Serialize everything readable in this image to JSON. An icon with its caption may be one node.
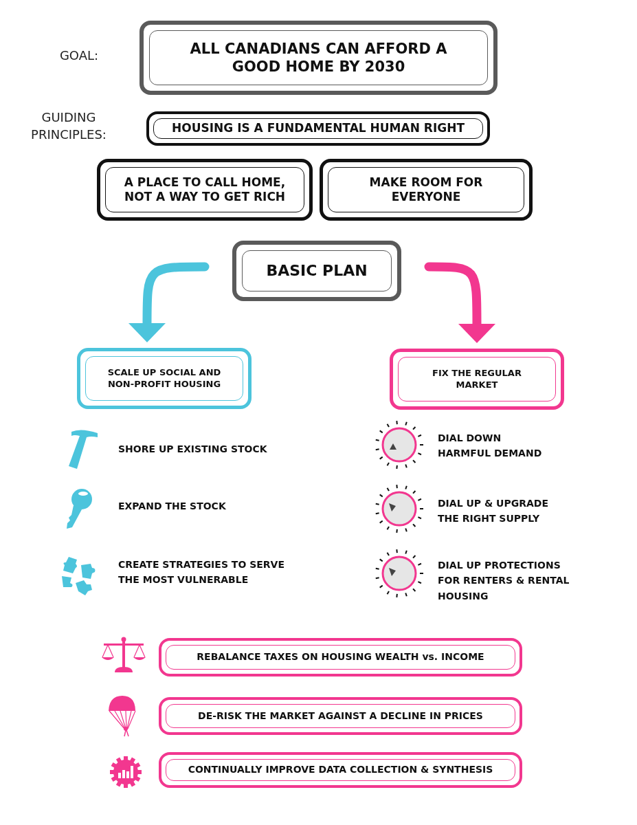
{
  "diagram": {
    "nodes": [
      {
        "text": [
          "ALL CANADIANS CAN AFFORD A GOOD HOME BY 2030"
        ]
      },
      {
        "text": [
          "HOUSING IS A FUNDAMENTAL HUMAN RIGHT"
        ]
      },
      {
        "text": [
          "A PLACE TO CALL HOME, NOT A WAY TO GET RICH"
        ]
      },
      {
        "text": [
          "MAKE ROOM FOR EVERYONE"
        ]
      },
      {
        "text": [
          "BASIC PLAN"
        ]
      },
      {
        "text": [
          "SCALE UP SOCIAL AND NON-PROFIT HOUSING"
        ]
      },
      {
        "text": [
          "FIX THE REGULAR MARKET"
        ]
      },
      {
        "text": [
          "REBALANCE TAXES ON HOUSING WEALTH vs. INCOME"
        ]
      },
      {
        "text": [
          "DE-RISK THE MARKET AGAINST A DECLINE IN PRICES"
        ]
      },
      {
        "text": [
          "CONTINUALLY IMPROVE DATA COLLECTION & SYNTHESIS"
        ]
      }
    ],
    "edges": [
      {
        "from": 4,
        "to": 5,
        "arrow": "to",
        "color": "#4cc4dc"
      },
      {
        "from": 4,
        "to": 6,
        "arrow": "to",
        "color": "#f2378f"
      }
    ],
    "labels": [
      "GOAL:",
      "GUIDING PRINCIPLES:",
      "SHORE UP EXISTING STOCK",
      "EXPAND THE STOCK",
      "CREATE STRATEGIES TO SERVE THE MOST VULNERABLE",
      "DIAL DOWN HARMFUL DEMAND",
      "DIAL UP & UPGRADE THE RIGHT SUPPLY",
      "DIAL UP PROTECTIONS FOR RENTERS & RENTAL HOUSING"
    ]
  }
}
